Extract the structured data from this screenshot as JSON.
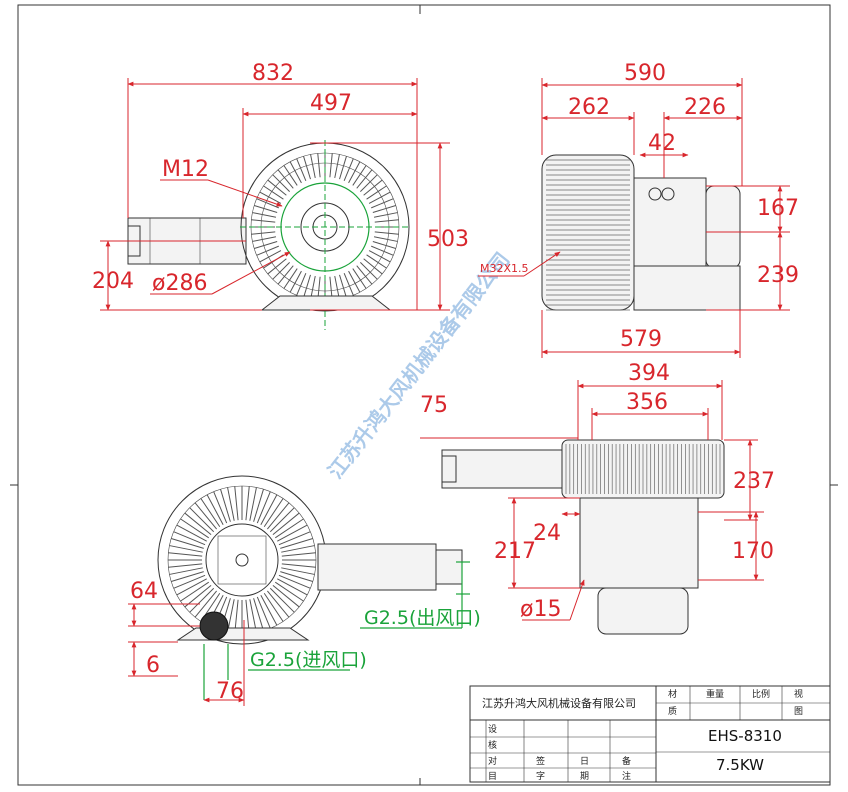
{
  "drawing": {
    "view_front": {
      "dims": {
        "overall_width": "832",
        "housing_width": "497",
        "height": "503",
        "center_height": "204",
        "bolt_circle": "ø286",
        "bolt": "M12"
      }
    },
    "view_side": {
      "dims": {
        "overall_width": "590",
        "left_part": "262",
        "right_part": "226",
        "small": "42",
        "upper_height": "167",
        "lower_height": "239",
        "base_width": "579",
        "cable_gland": "M32X1.5"
      }
    },
    "view_plan": {
      "dims": {
        "top_width": "394",
        "inner_width": "356",
        "offset": "75",
        "height_right": "237",
        "small": "24",
        "left_height": "217",
        "right_height": "170",
        "hole": "ø15"
      }
    },
    "view_bottom": {
      "dims": {
        "flange_height": "64",
        "base_thickness": "6",
        "port_offset": "76"
      },
      "ports": {
        "outlet": "G2.5(出风口)",
        "inlet": "G2.5(进风口)"
      }
    },
    "watermark": "江苏升鸿大风机械设备有限公司"
  },
  "title_block": {
    "company": "江苏升鸿大风机械设备有限公司",
    "material_label_1": "材",
    "material_label_2": "质",
    "weight_label": "重量",
    "scale_label": "比例",
    "view_label": "视",
    "view_sub": "图",
    "row_design": "设",
    "row_check": "核",
    "row_review": "对",
    "footer_1": "目",
    "footer_2": "签",
    "footer_3": "字",
    "footer_4": "日",
    "footer_5": "期",
    "footer_6": "备",
    "footer_7": "注",
    "model": "EHS-8310",
    "power": "7.5KW"
  }
}
